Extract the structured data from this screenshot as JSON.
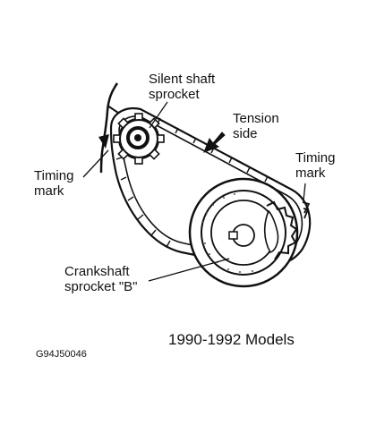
{
  "labels": {
    "silent_shaft_line1": "Silent shaft",
    "silent_shaft_line2": "sprocket",
    "tension_line1": "Tension",
    "tension_line2": "side",
    "timing_left_line1": "Timing",
    "timing_left_line2": "mark",
    "timing_right_line1": "Timing",
    "timing_right_line2": "mark",
    "crankshaft_line1": "Crankshaft",
    "crankshaft_line2": "sprocket  \"B\""
  },
  "caption": "1990-1992 Models",
  "figure_code": "G94J50046"
}
